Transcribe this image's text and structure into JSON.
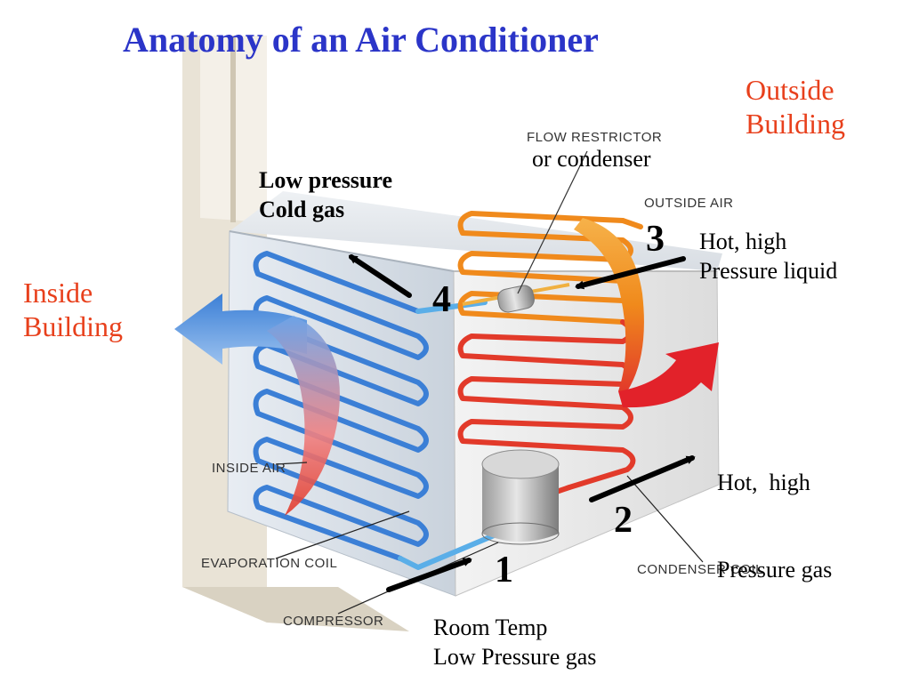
{
  "title": "Anatomy of an Air Conditioner",
  "regions": {
    "outside": [
      "Outside",
      "Building"
    ],
    "inside": [
      "Inside",
      "Building"
    ]
  },
  "part_labels": {
    "flow_restrictor": "FLOW RESTRICTOR",
    "outside_air": "OUTSIDE AIR",
    "inside_air": "INSIDE AIR",
    "evaporation_coil": "EVAPORATION COIL",
    "compressor": "COMPRESSOR",
    "condenser_coil": "CONDENSER COIL"
  },
  "steps": [
    {
      "number": "1",
      "label": [
        "Room Temp",
        "Low Pressure gas"
      ]
    },
    {
      "number": "2",
      "label": [
        "Hot,  high",
        "Pressure gas"
      ]
    },
    {
      "number": "3",
      "label": [
        "Hot, high",
        "Pressure liquid"
      ]
    },
    {
      "number": "4",
      "label": [
        "Low pressure",
        "Cold gas"
      ]
    }
  ],
  "flow_restrictor_note": "or condenser",
  "colors": {
    "title": "#2b35c8",
    "region_text": "#e8401c",
    "cold_coil": "#3b7fd6",
    "hot_coil": "#e23a2a",
    "warm_coil": "#f08a1c"
  }
}
